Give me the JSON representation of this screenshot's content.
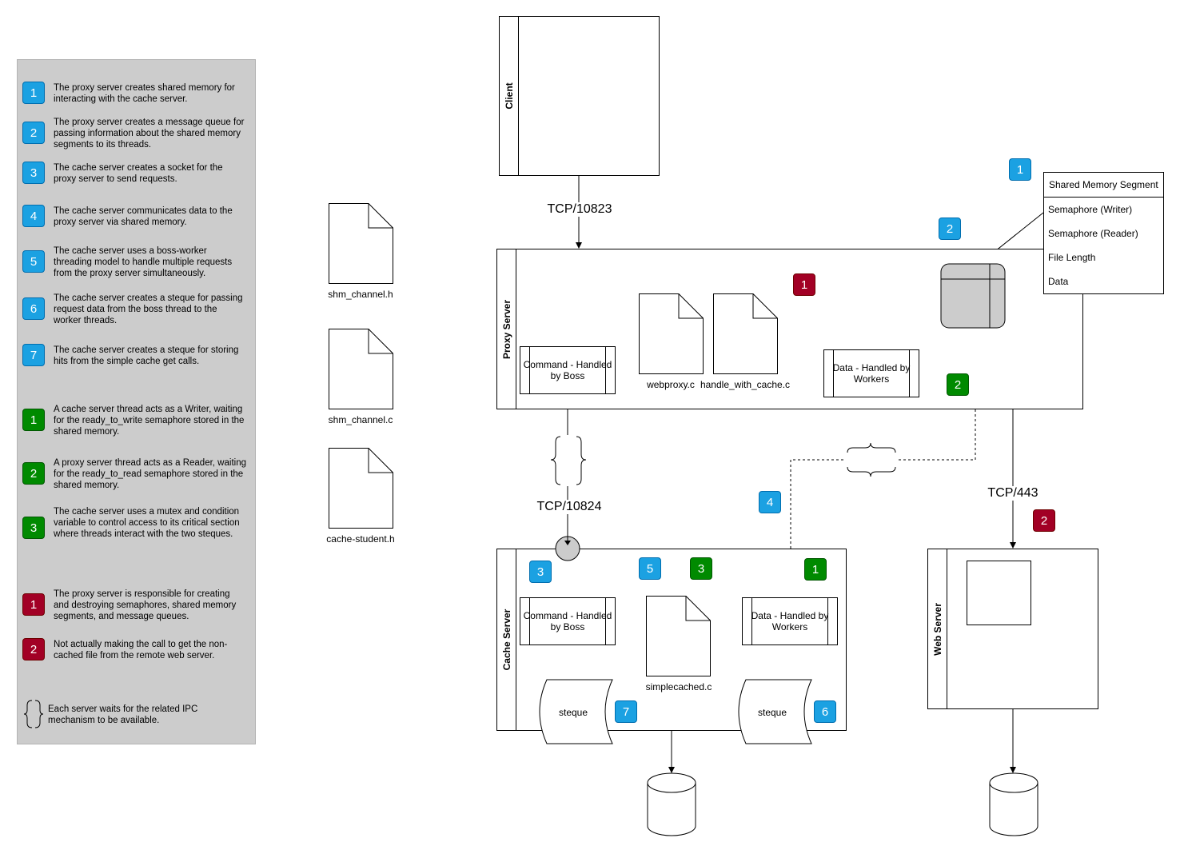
{
  "legend": {
    "items": [
      {
        "number": "1",
        "color": "blue",
        "text": "The proxy server creates shared memory for interacting with the cache server."
      },
      {
        "number": "2",
        "color": "blue",
        "text": "The proxy server creates a message queue for passing information about the shared memory segments to its threads."
      },
      {
        "number": "3",
        "color": "blue",
        "text": "The cache server creates a socket for the proxy server to send requests."
      },
      {
        "number": "4",
        "color": "blue",
        "text": "The cache server communicates data to the proxy server via shared memory."
      },
      {
        "number": "5",
        "color": "blue",
        "text": "The cache server uses a boss-worker threading model to handle multiple requests from the proxy server simultaneously."
      },
      {
        "number": "6",
        "color": "blue",
        "text": "The cache server creates a steque for passing request data from the boss thread  to the worker threads."
      },
      {
        "number": "7",
        "color": "blue",
        "text": "The cache server creates a steque for storing hits from the simple cache get calls."
      },
      {
        "number": "1",
        "color": "green",
        "text": "A cache server thread acts as a Writer, waiting for the ready_to_write semaphore stored in the shared memory."
      },
      {
        "number": "2",
        "color": "green",
        "text": "A proxy server thread acts as a Reader, waiting for the ready_to_read semaphore stored in the shared memory."
      },
      {
        "number": "3",
        "color": "green",
        "text": "The cache server uses a mutex and condition variable to control access to its critical section where threads interact with the two steques."
      },
      {
        "number": "1",
        "color": "red",
        "text": "The proxy server is responsible for creating and destroying semaphores, shared memory segments, and message queues."
      },
      {
        "number": "2",
        "color": "red",
        "text": "Not actually making the call to get the non-cached file from the remote web server."
      }
    ],
    "brace_note": "Each server waits for the related IPC mechanism to be available."
  },
  "files": {
    "shm_channel_h": "shm_channel.h",
    "shm_channel_c": "shm_channel.c",
    "cache_student_h": "cache-student.h",
    "webproxy_c": "webproxy.c",
    "handle_with_cache_c": "handle_with_cache.c",
    "simplecached_c": "simplecached.c"
  },
  "lanes": {
    "client": "Client",
    "proxy": "Proxy Server",
    "cache": "Cache Server",
    "web": "Web Server"
  },
  "processes": {
    "proxy_command": "Command - Handled by Boss",
    "proxy_data": "Data - Handled by Workers",
    "cache_command": "Command - Handled by Boss",
    "cache_data": "Data - Handled by Workers",
    "steque_left": "steque",
    "steque_right": "steque"
  },
  "connections": {
    "client_proxy": "TCP/10823",
    "proxy_cache": "TCP/10824",
    "proxy_web": "TCP/443"
  },
  "shared_memory": {
    "title": "Shared Memory Segment",
    "fields": [
      "Semaphore (Writer)",
      "Semaphore (Reader)",
      "File Length",
      "Data"
    ]
  },
  "diagram_badges": {
    "blue_1": "1",
    "blue_2": "2",
    "blue_3": "3",
    "blue_4": "4",
    "blue_5": "5",
    "blue_6": "6",
    "blue_7": "7",
    "green_1": "1",
    "green_2": "2",
    "green_3": "3",
    "red_1": "1",
    "red_2": "2"
  },
  "colors": {
    "blue": "#1ba1e2",
    "green": "#008a00",
    "red": "#a20025",
    "legend_bg": "#cccccc",
    "shm_fill": "#cccccc"
  }
}
